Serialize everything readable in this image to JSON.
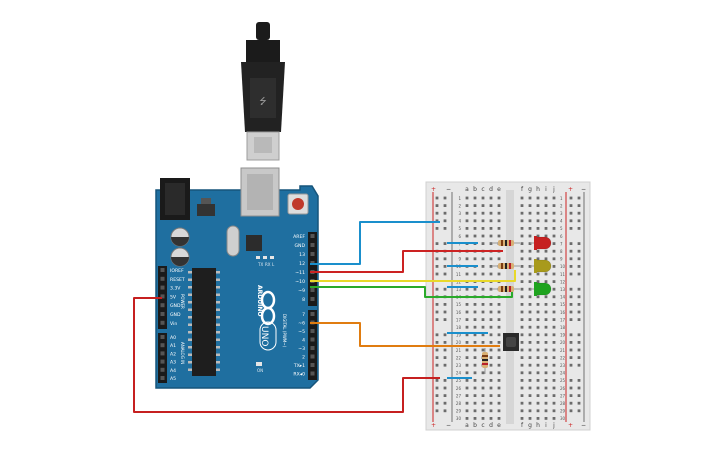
{
  "arduino": {
    "logo_text": "ARDUINO",
    "model_text": "UNO",
    "left_header": {
      "power_section": "POWER",
      "analog_section": "ANALOG IN",
      "power_pins": [
        "IOREF",
        "RESET",
        "3.3V",
        "5V",
        "GND",
        "GND",
        "Vin"
      ],
      "analog_pins": [
        "A0",
        "A1",
        "A2",
        "A3",
        "A4",
        "A5"
      ]
    },
    "right_header": {
      "digital_section": "DIGITAL (PWM~)",
      "top_pins": [
        "AREF",
        "GND",
        "13",
        "12",
        "~11",
        "~10",
        "~9",
        "8"
      ],
      "bottom_pins": [
        "7",
        "~6",
        "~5",
        "4",
        "~3",
        "2",
        "TX▸1",
        "RX◂0"
      ]
    },
    "small_labels": {
      "on": "ON",
      "tx": "TX",
      "rx": "RX",
      "l": "L"
    }
  },
  "breadboard": {
    "column_letters_left": [
      "a",
      "b",
      "c",
      "d",
      "e"
    ],
    "column_letters_right": [
      "f",
      "g",
      "h",
      "i",
      "j"
    ],
    "rail_plus": "+",
    "rail_minus": "−",
    "row_count": 30
  },
  "leds": [
    {
      "name": "red-led",
      "color": "#c62020"
    },
    {
      "name": "yellow-led",
      "color": "#a89a1c"
    },
    {
      "name": "green-led",
      "color": "#1fa31f"
    }
  ],
  "wire_colors": {
    "ground": "#1a8fcc",
    "pin13": "#cc2222",
    "pin12": "#e8d82a",
    "pin11": "#2aaa2a",
    "pin7": "#e07c10",
    "power5v": "#c62020",
    "jumper": "#1a8fcc"
  }
}
